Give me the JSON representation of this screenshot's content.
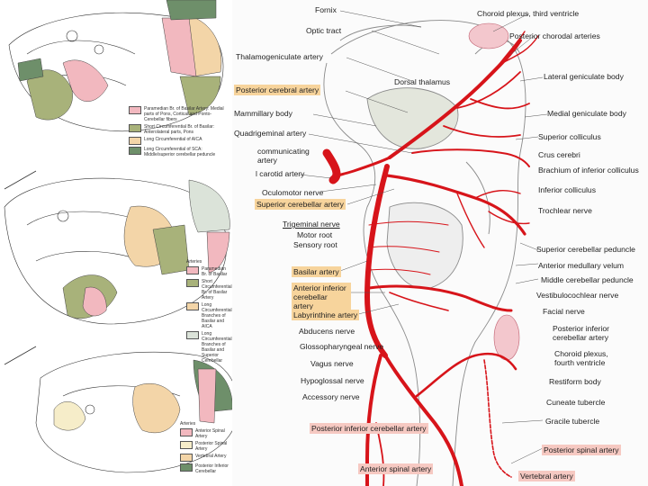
{
  "left_legends": {
    "top": [
      "Paramedian Br. of Basilar Artery: Medial parts of Pons, Cortical and Ponto-Cerebellar fibers",
      "Short Circumferential Br. of Basilar: Anterolateral parts, Pons",
      "Long Circumferential of AICA",
      "Long Circumferential of SCA: Middle/superior cerebellar peduncle"
    ],
    "middle_title": "Arteries",
    "middle": [
      "Paramedian Br. of Basilar",
      "Short Circumferential Br. of Basilar Artery",
      "Long Circumferential Branches of Basilar and AICA",
      "Long Circumferential Branches of Basilar and Superior Cerebellar"
    ],
    "bottom_title": "Arteries",
    "bottom": [
      "Anterior Spinal Artery",
      "Posterior Spinal Artery",
      "Vertebral Artery",
      "Posterior Inferior Cerebellar"
    ]
  },
  "labels": {
    "fornix": "Fornix",
    "choroid_plexus_third": "Choroid plexus, third ventricle",
    "optic_tract": "Optic tract",
    "posterior_choroidal": "Posterior chorodal arteries",
    "thalamogeniculate": "Thalamogeniculate artery",
    "dorsal_thalamus": "Dorsal thalamus",
    "lateral_geniculate": "Lateral geniculate body",
    "posterior_cerebral": "Posterior cerebral artery",
    "mammillary": "Mammillary body",
    "medial_geniculate": "Medial geniculate body",
    "quadrigeminal": "Quadrigeminal artery",
    "superior_colliculus": "Superior colliculus",
    "communicating": "communicating artery",
    "crus_cerebri": "Crus cerebri",
    "carotid": "l carotid artery",
    "brachium": "Brachium of inferior colliculus",
    "inferior_colliculus": "Inferior colliculus",
    "oculomotor": "Oculomotor nerve",
    "superior_cerebellar": "Superior cerebellar artery",
    "trochlear": "Trochlear nerve",
    "trigeminal": "Trigeminal nerve",
    "motor_root": "Motor root",
    "sensory_root": "Sensory root",
    "superior_cerebellar_peduncle": "Superior cerebellar peduncle",
    "anterior_medullary": "Anterior medullary velum",
    "basilar": "Basilar artery",
    "middle_cerebellar_peduncle": "Middle cerebellar peduncle",
    "aica": "Anterior inferior cerebellar artery",
    "vestibulocochlear": "Vestibulocochlear nerve",
    "labyrinthine": "Labyrinthine artery",
    "facial": "Facial nerve",
    "abducens": "Abducens nerve",
    "pica_right": "Posterior inferior cerebellar artery",
    "glossopharyngeal": "Glossopharyngeal nerve",
    "choroid_plexus_fourth": "Choroid plexus, fourth ventricle",
    "vagus": "Vagus nerve",
    "restiform": "Restiform body",
    "hypoglossal": "Hypoglossal nerve",
    "accessory": "Accessory nerve",
    "cuneate": "Cuneate tubercle",
    "pica_bottom": "Posterior inferior cerebellar artery",
    "gracile": "Gracile tubercle",
    "posterior_spinal": "Posterior spinal artery",
    "anterior_spinal": "Anterior spinal artery",
    "vertebral": "Vertebral artery"
  },
  "colors": {
    "artery": "#d7141a",
    "highlight_orange": "#f7d49c",
    "highlight_pink": "#f6c9c2",
    "region_pink": "#f2b8bf",
    "region_olive": "#a8b27a",
    "region_tan": "#f3d5a8",
    "region_green": "#6e8f6a"
  }
}
